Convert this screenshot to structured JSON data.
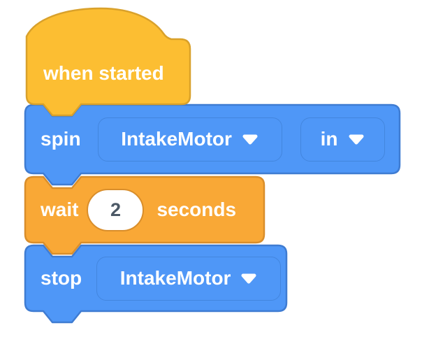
{
  "canvas": {
    "background": "#FFFFFF"
  },
  "colors": {
    "canvas-bg": "#FFFFFF",
    "yellow-fill": "#FCBE32",
    "yellow-border": "#D9A12B",
    "blue-fill": "#4F97F7",
    "blue-border": "#3F7CD2",
    "blue-field-border": "#4386DE",
    "orange-fill": "#F9A836",
    "orange-border": "#D98E2B",
    "label-color": "#FFFFFF",
    "value-color": "#4C5966"
  },
  "blocks": {
    "when_started": {
      "label": "when started"
    },
    "spin": {
      "label": "spin",
      "motor_dropdown": "IntakeMotor",
      "direction_dropdown": "in"
    },
    "wait": {
      "label": "wait",
      "seconds_value": "2",
      "unit_label": "seconds"
    },
    "stop": {
      "label": "stop",
      "motor_dropdown": "IntakeMotor"
    }
  }
}
